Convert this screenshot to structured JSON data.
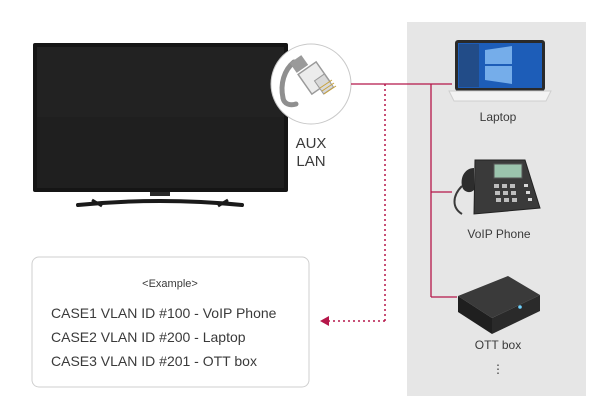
{
  "port": {
    "label_line1": "AUX",
    "label_line2": "LAN"
  },
  "devices": [
    {
      "label": "Laptop"
    },
    {
      "label": "VoIP Phone"
    },
    {
      "label": "OTT box"
    }
  ],
  "more_indicator": "⋮",
  "example": {
    "heading": "<Example>",
    "cases": [
      "CASE1 VLAN ID #100 - VoIP Phone",
      "CASE2 VLAN ID #200 - Laptop",
      "CASE3 VLAN ID #201 - OTT box"
    ]
  },
  "colors": {
    "connection_line": "#b5174a",
    "panel_bg": "#e6e6e6",
    "box_border": "#cfcfcf",
    "text": "#3a3a3a"
  }
}
